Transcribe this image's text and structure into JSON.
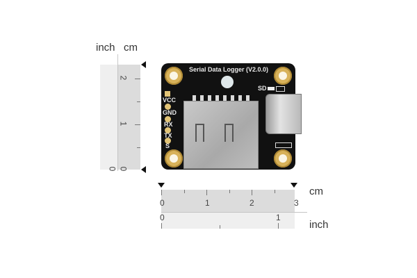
{
  "vertical_ruler": {
    "inch_label": "inch",
    "cm_label": "cm",
    "cm_numbers": [
      "2",
      "1",
      "0"
    ],
    "inch_numbers": [
      "0"
    ]
  },
  "horizontal_ruler": {
    "cm_label": "cm",
    "inch_label": "inch",
    "cm_numbers": [
      "0",
      "1",
      "2",
      "3"
    ],
    "inch_numbers": [
      "0",
      "1"
    ]
  },
  "board": {
    "title": "Serial Data Logger (V2.0.0)",
    "sd_label": "SD",
    "pins": [
      "VCC",
      "GND",
      "RX",
      "TX",
      "S"
    ],
    "colors": {
      "pcb": "#111111",
      "gold": "#d8b25a",
      "silkscreen": "#e8e8e8"
    }
  }
}
